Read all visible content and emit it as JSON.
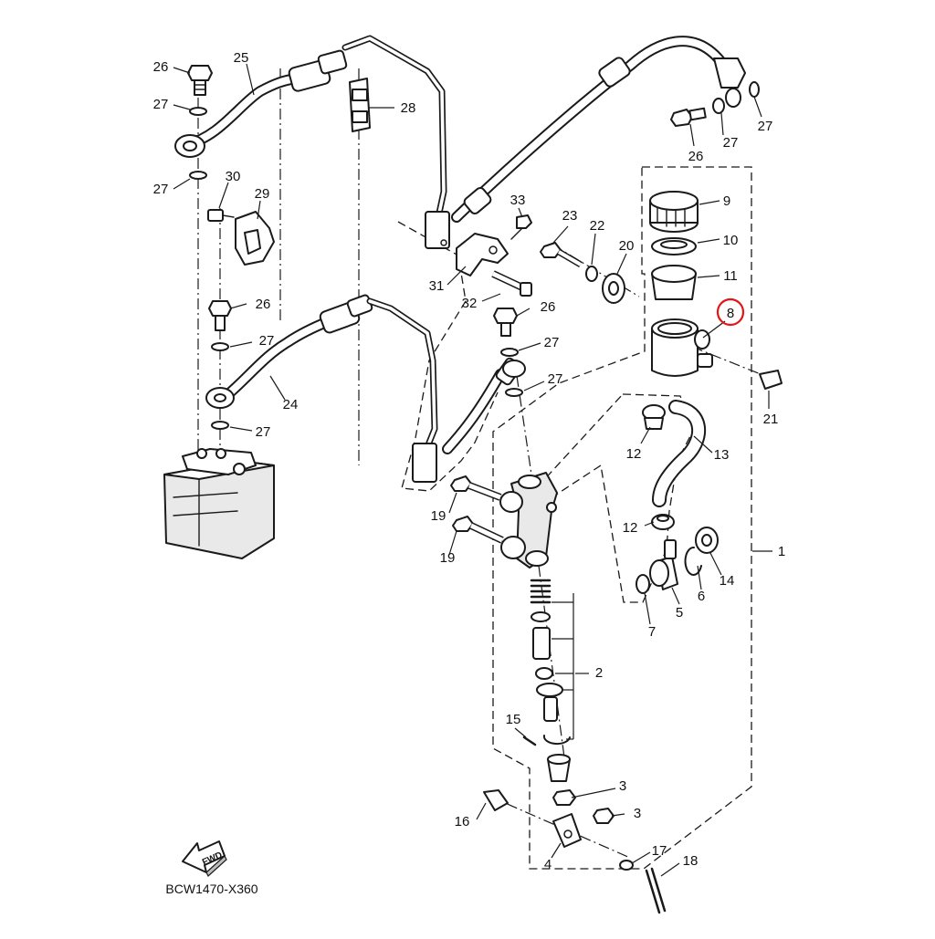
{
  "diagram": {
    "drawing_code": "BCW1470-X360",
    "direction_label": "FWD",
    "highlight_color": "#e0161b",
    "highlighted_callout": "8",
    "callouts": {
      "c26a": "26",
      "c25": "25",
      "c27a": "27",
      "c28": "28",
      "c27b": "27",
      "c30": "30",
      "c29": "29",
      "c26b": "26",
      "c27c": "27",
      "c24": "24",
      "c27d": "27",
      "c27e": "27",
      "c27f": "27",
      "c26c": "26",
      "c9": "9",
      "c10": "10",
      "c11": "11",
      "c8": "8",
      "c21": "21",
      "c33": "33",
      "c23": "23",
      "c22": "22",
      "c20": "20",
      "c31": "31",
      "c32": "32",
      "c26d": "26",
      "c27g": "27",
      "c27h": "27",
      "c12a": "12",
      "c13": "13",
      "c12b": "12",
      "c1": "1",
      "c19a": "19",
      "c19b": "19",
      "c14": "14",
      "c6": "6",
      "c5": "5",
      "c7": "7",
      "c2": "2",
      "c15": "15",
      "c3a": "3",
      "c3b": "3",
      "c16": "16",
      "c4": "4",
      "c17": "17",
      "c18": "18"
    }
  }
}
